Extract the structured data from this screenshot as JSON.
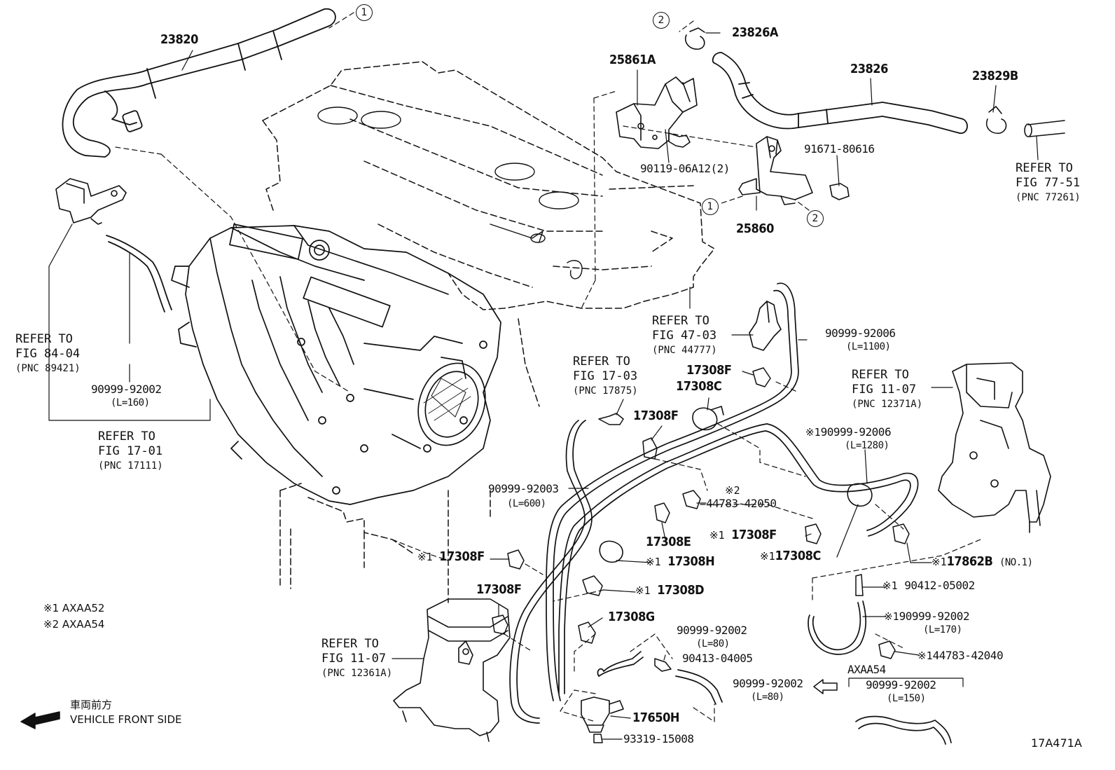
{
  "parts": {
    "p23820": "23820",
    "p23826A": "23826A",
    "p25861A": "25861A",
    "p23826": "23826",
    "p23829B": "23829B",
    "p91671": "91671-80616",
    "p90119": "90119-06A12(2)",
    "p25860": "25860",
    "p90999_92006": "90999-92006",
    "p90999_92006_len": "(L=1100)",
    "p17308F_a": "17308F",
    "p17308C_a": "17308C",
    "p17308F_b": "17308F",
    "p90999_92006b": "90999-92006",
    "p90999_92006b_len": "(L=1280)",
    "p44783_42050": "44783-42050",
    "p17308E": "17308E",
    "p17308F_c": "17308F",
    "p17308C_b": "17308C",
    "p17862B": "17862B",
    "p17862B_note": "(NO.1)",
    "p17308H": "17308H",
    "p17308F_d": "17308F",
    "p17308D": "17308D",
    "p17308F_e": "17308F",
    "p17308G": "17308G",
    "p90999_92003": "90999-92003",
    "p90999_92003_len": "(L=600)",
    "p90999_92002a": "90999-92002",
    "p90999_92002a_len": "(L=160)",
    "p90412": "90412-05002",
    "p90999_92002b": "90999-92002",
    "p90999_92002b_len": "(L=170)",
    "p44783_42040": "44783-42040",
    "p90999_92002c": "90999-92002",
    "p90999_92002c_len": "(L=80)",
    "p90413": "90413-04005",
    "p90999_92002d": "90999-92002",
    "p90999_92002d_len": "(L=80)",
    "axaa54_box": "AXAA54",
    "p90999_92002e": "90999-92002",
    "p90999_92002e_len": "(L=150)",
    "p17650H": "17650H",
    "p93319": "93319-15008"
  },
  "refs": {
    "r84": {
      "l1": "REFER TO",
      "l2": "FIG 84-04",
      "l3": "(PNC 89421)"
    },
    "r1701": {
      "l1": "REFER TO",
      "l2": "FIG 17-01",
      "l3": "(PNC 17111)"
    },
    "r1703": {
      "l1": "REFER TO",
      "l2": "FIG 17-03",
      "l3": "(PNC 17875)"
    },
    "r4703": {
      "l1": "REFER TO",
      "l2": "FIG 47-03",
      "l3": "(PNC 44777)"
    },
    "r7751": {
      "l1": "REFER TO",
      "l2": "FIG 77-51",
      "l3": "(PNC 77261)"
    },
    "r1107a": {
      "l1": "REFER TO",
      "l2": "FIG 11-07",
      "l3": "(PNC 12371A)"
    },
    "r1107b": {
      "l1": "REFER TO",
      "l2": "FIG 11-07",
      "l3": "(PNC 12361A)"
    }
  },
  "marks": {
    "m1": "※1",
    "m2": "※2"
  },
  "circles": {
    "c1": "1",
    "c2": "2"
  },
  "legend": {
    "n1": "※1 AXAA52",
    "n2": "※2 AXAA54"
  },
  "front": {
    "jp": "車両前方",
    "en": "VEHICLE FRONT SIDE"
  },
  "figure_id": "17A471A"
}
